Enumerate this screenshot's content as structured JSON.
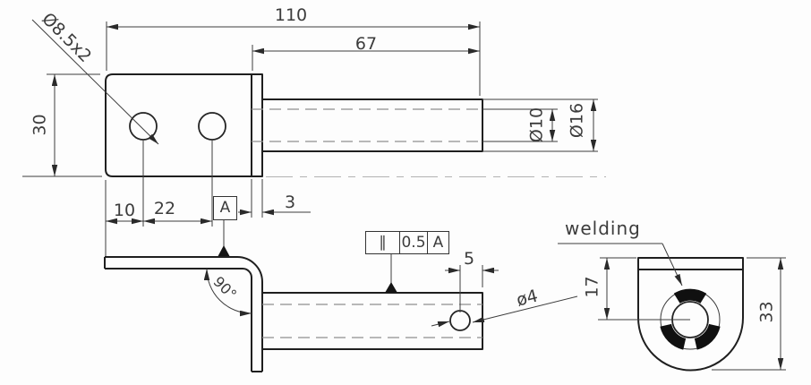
{
  "front_view": {
    "total_width": "110",
    "shaft_length": "67",
    "plate_height": "30",
    "hole1_offset": "10",
    "hole_pitch": "22",
    "flange_thickness": "3",
    "hole_callout": "Ø8.5x2",
    "shaft_inner_dia": "Ø10",
    "shaft_outer_dia": "Ø16",
    "datum_label": "A"
  },
  "side_view": {
    "bend_angle": "90°",
    "fcf": {
      "symbol": "∥",
      "tolerance": "0.5",
      "datum": "A"
    },
    "hole_edge_offset": "5",
    "hole_dia": "ø4"
  },
  "end_view": {
    "annotation": "welding",
    "center_offset": "17",
    "overall_height": "33"
  },
  "colors": {
    "outline": "#1f1f1f",
    "dimension": "#3d3d3d",
    "hidden_line": "#8f8f8f",
    "weld_fill": "#101010"
  }
}
